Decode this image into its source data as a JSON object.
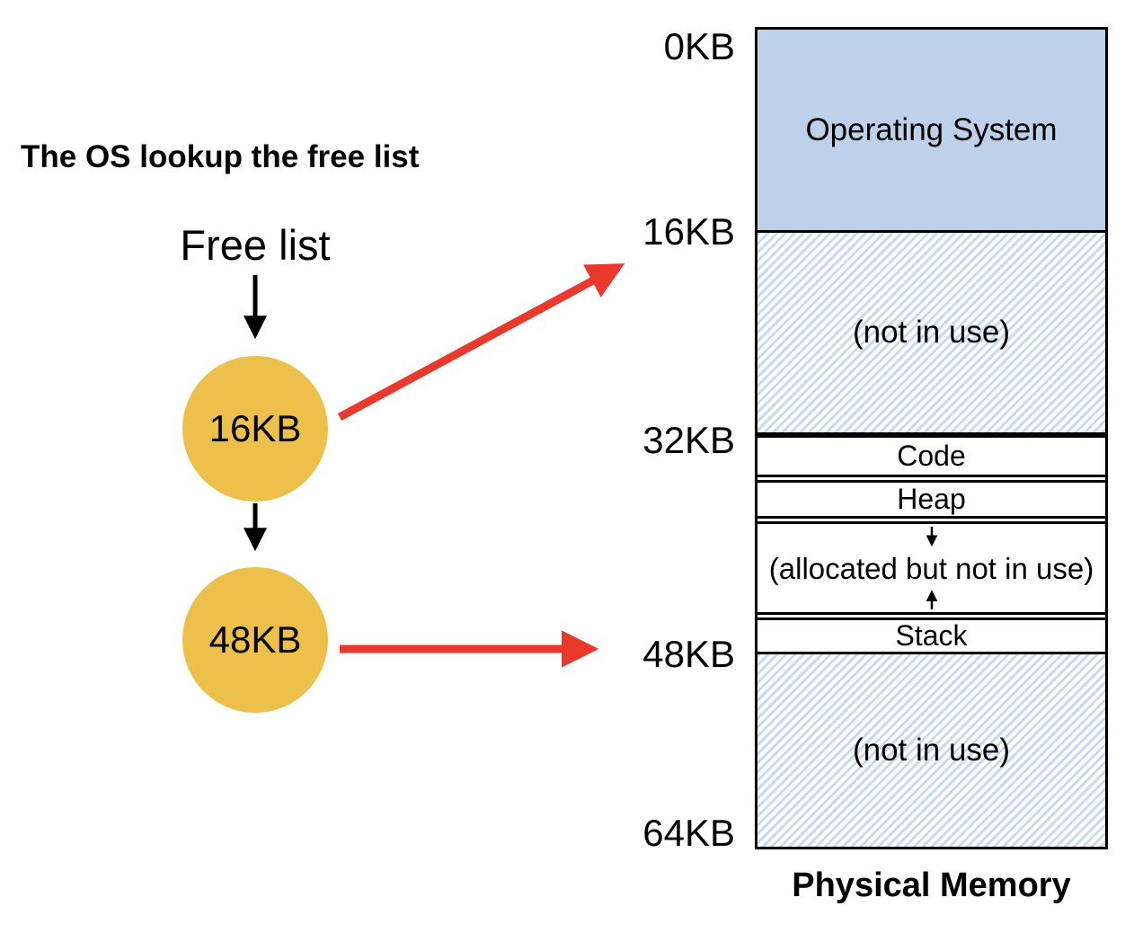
{
  "page": {
    "title": "The OS lookup the free list",
    "caption": "Physical Memory"
  },
  "free_list": {
    "label": "Free list",
    "nodes": [
      {
        "label": "16KB"
      },
      {
        "label": "48KB"
      }
    ]
  },
  "memory_map": {
    "ticks": [
      "0KB",
      "16KB",
      "32KB",
      "48KB",
      "64KB"
    ],
    "regions": {
      "os": "Operating System",
      "not_in_use_top": "(not in use)",
      "code": "Code",
      "heap": "Heap",
      "allocated": "(allocated but not in use)",
      "stack": "Stack",
      "not_in_use_bottom": "(not in use)"
    }
  },
  "colors": {
    "node_fill": "#edc04c",
    "os_fill": "#bdd1ea",
    "hatch_stripe": "#c8daf1",
    "arrow_red": "#e8392c",
    "arrow_black": "#000000"
  }
}
